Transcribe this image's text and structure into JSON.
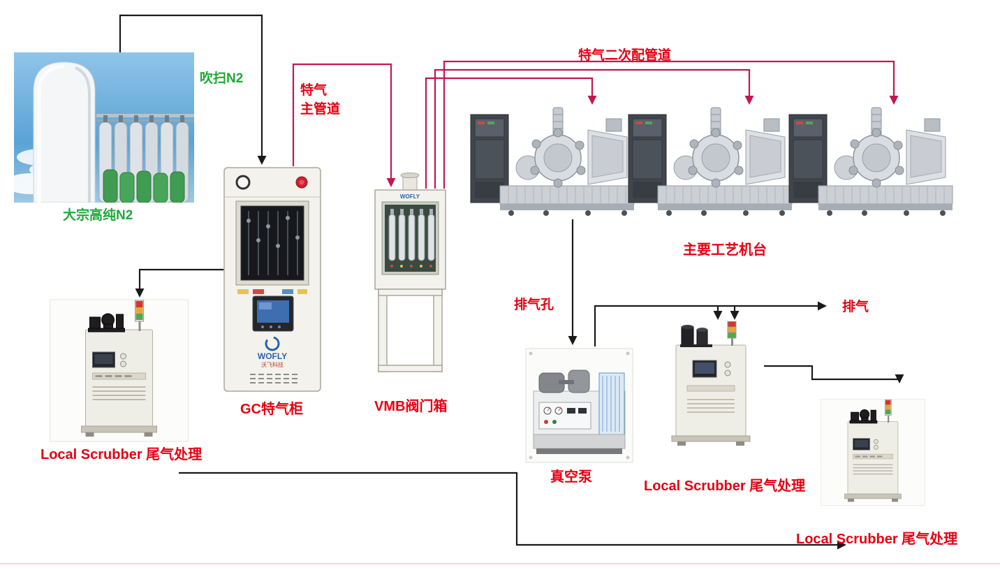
{
  "colors": {
    "green": "#21a838",
    "red": "#e60012",
    "crimson": "#c21653",
    "black": "#1a1a1a"
  },
  "labels": {
    "n2_source": "大宗高纯N2",
    "purge_n2": "吹扫N2",
    "main_pipe_l1": "特气",
    "main_pipe_l2": "主管道",
    "secondary_pipe": "特气二次配管道",
    "gc_cabinet": "GC特气柜",
    "vmb_box": "VMB阀门箱",
    "process_tools": "主要工艺机台",
    "vent_hole": "排气孔",
    "exhaust": "排气",
    "vacuum_pump": "真空泵",
    "scrubber_left": "Local Scrubber 尾气处理",
    "scrubber_middle": "Local Scrubber 尾气处理",
    "scrubber_right": "Local Scrubber 尾气处理"
  },
  "equipment_text": {
    "gc_logo_brand": "WOFLY",
    "gc_logo_sub": "沃飞科技",
    "vmb_header": "WOFLY"
  }
}
